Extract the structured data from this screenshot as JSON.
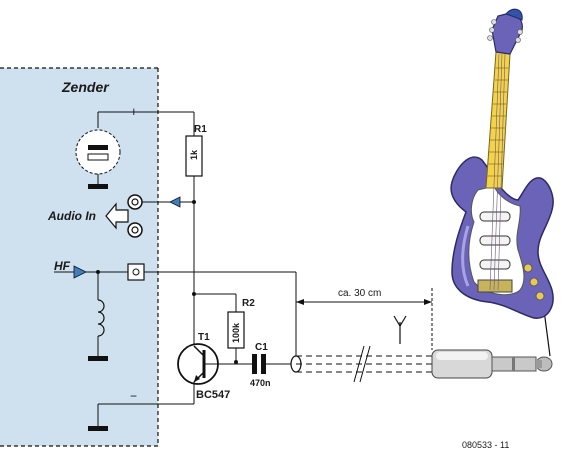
{
  "diagram": {
    "box_title": "Zender",
    "plus_sign": "+",
    "minus_sign": "−",
    "audio_in_label": "Audio In",
    "hf_label": "HF",
    "r1": {
      "name": "R1",
      "value": "1k"
    },
    "r2": {
      "name": "R2",
      "value": "100k"
    },
    "c1": {
      "name": "C1",
      "value": "470n"
    },
    "t1": {
      "name": "T1",
      "type": "BC547"
    },
    "distance_label": "ca. 30 cm",
    "figure_number": "080533 - 11",
    "colors": {
      "box_fill": "#cfe0ee",
      "guitar_body": "#6b63b8",
      "fretboard": "#f3d34a",
      "arrow_fill": "#3e7fc0"
    }
  }
}
